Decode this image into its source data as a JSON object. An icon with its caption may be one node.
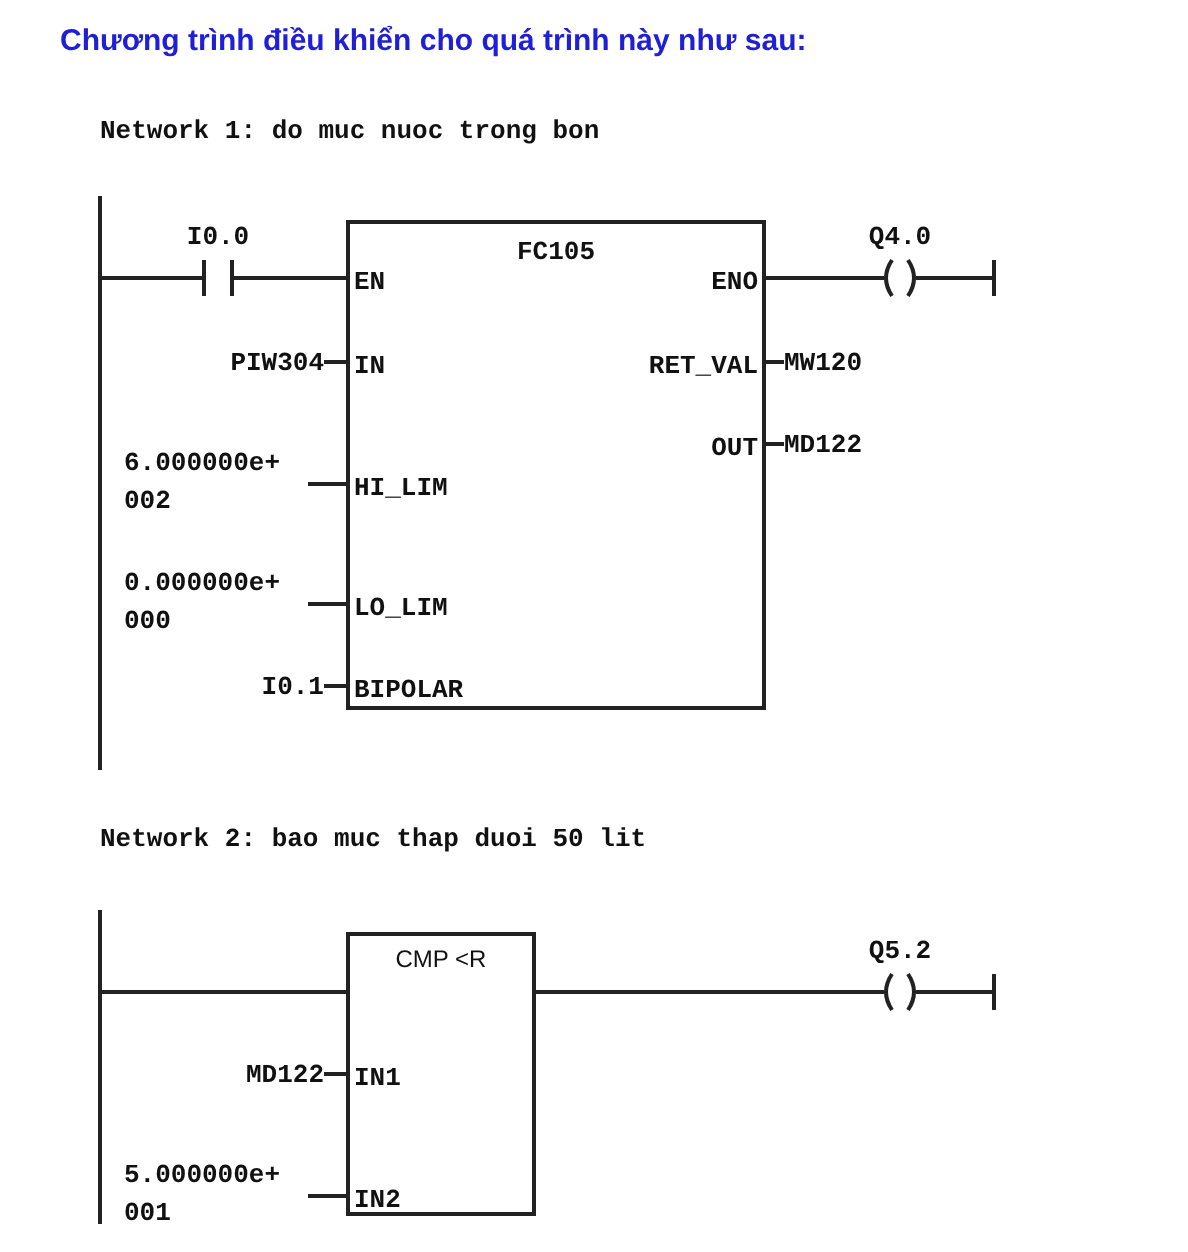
{
  "diagram": {
    "title": "Chương trình điều khiển cho quá trình này như sau:",
    "nodes": [
      {
        "text": [],
        "shape": "contact",
        "beside": [
          "I0.0"
        ]
      },
      {
        "text": [
          "FC105",
          "EN",
          "ENO",
          "IN",
          "RET_VAL",
          "OUT",
          "HI_LIM",
          "LO_LIM",
          "BIPOLAR"
        ]
      },
      {
        "text": [],
        "shape": "coil",
        "beside": [
          "Q4.0"
        ]
      },
      {
        "text": [
          "PIW304"
        ]
      },
      {
        "text": [
          "6.000000e+ 002"
        ]
      },
      {
        "text": [
          "0.000000e+ 000"
        ]
      },
      {
        "text": [
          "I0.1"
        ]
      },
      {
        "text": [
          "MW120"
        ]
      },
      {
        "text": [
          "MD122"
        ]
      },
      {
        "text": [
          "CMP <R",
          "IN1",
          "IN2"
        ]
      },
      {
        "text": [],
        "shape": "coil",
        "beside": [
          "Q5.2"
        ]
      },
      {
        "text": [
          "MD122"
        ]
      },
      {
        "text": [
          "5.000000e+ 001"
        ]
      }
    ],
    "edges": [
      {
        "from": null,
        "to": 0,
        "arrow": "none"
      },
      {
        "from": 0,
        "to": 1,
        "arrow": "none"
      },
      {
        "from": 1,
        "to": 2,
        "arrow": "none"
      },
      {
        "from": 2,
        "to": null,
        "arrow": "none"
      },
      {
        "from": 3,
        "to": 1,
        "arrow": "none"
      },
      {
        "from": 4,
        "to": 1,
        "arrow": "none"
      },
      {
        "from": 5,
        "to": 1,
        "arrow": "none"
      },
      {
        "from": 6,
        "to": 1,
        "arrow": "none"
      },
      {
        "from": 1,
        "to": 7,
        "arrow": "none"
      },
      {
        "from": 1,
        "to": 8,
        "arrow": "none"
      },
      {
        "from": null,
        "to": 9,
        "arrow": "none"
      },
      {
        "from": 9,
        "to": 10,
        "arrow": "none"
      },
      {
        "from": 10,
        "to": null,
        "arrow": "none"
      },
      {
        "from": 11,
        "to": 9,
        "arrow": "none"
      },
      {
        "from": 12,
        "to": 9,
        "arrow": "none"
      }
    ],
    "labels": [
      "Network 1: do muc nuoc trong bon",
      "Network 2: bao muc thap duoi 50 lit"
    ]
  }
}
